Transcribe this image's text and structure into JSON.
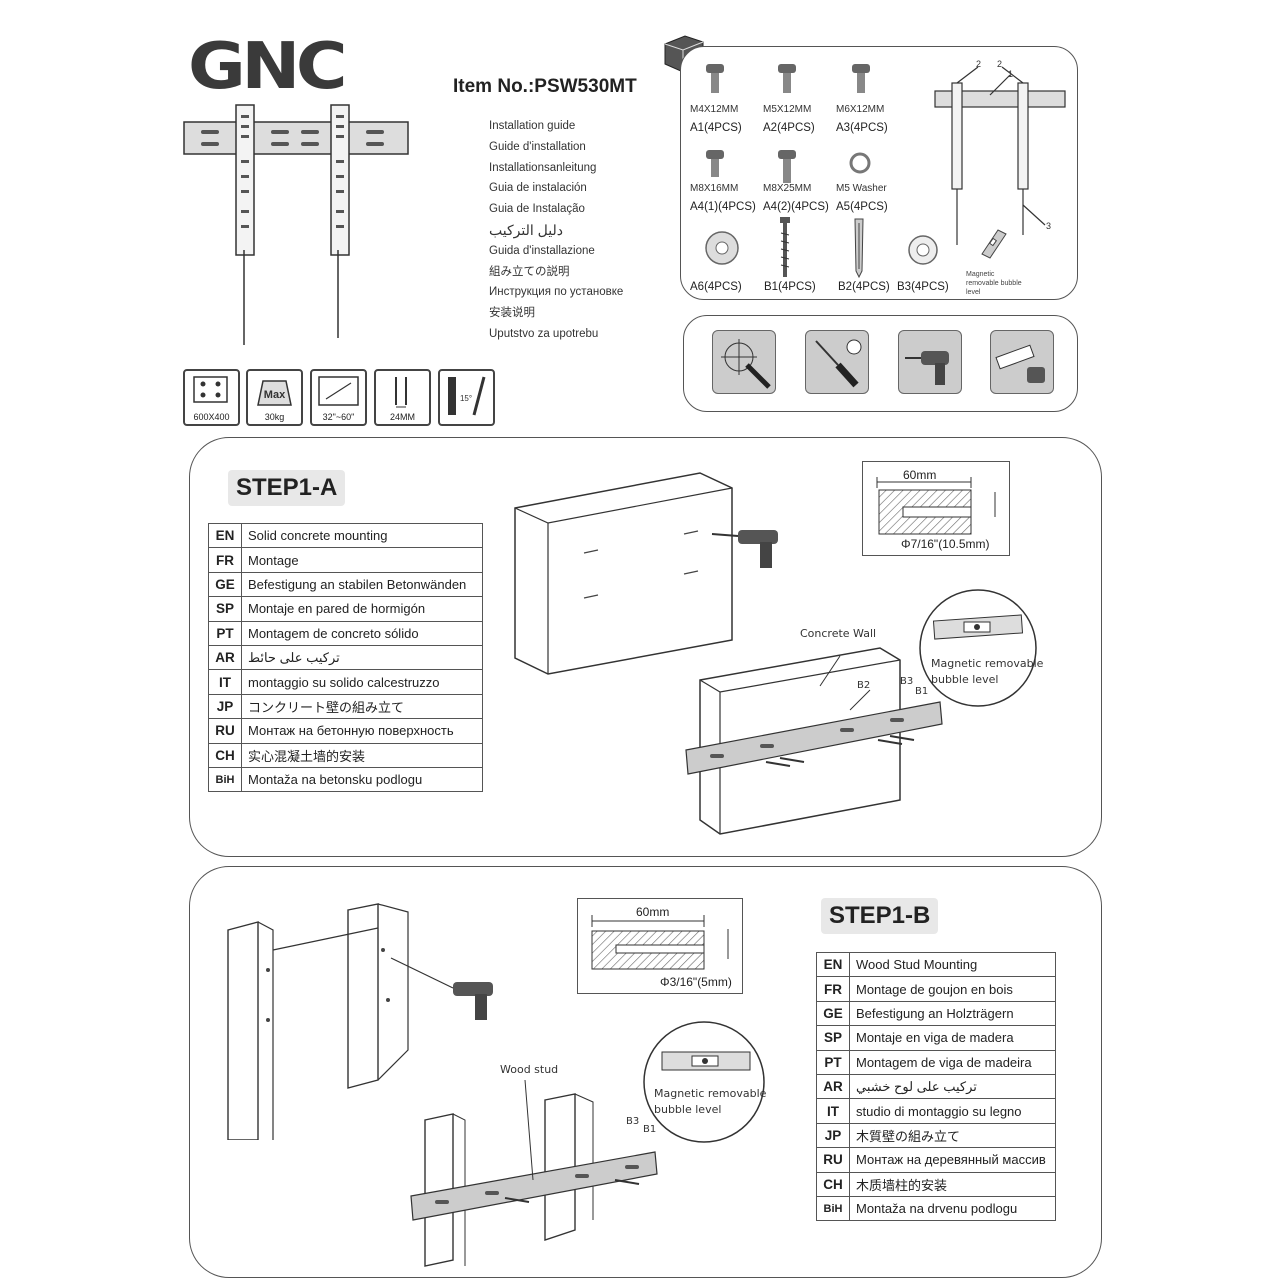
{
  "brand": {
    "logo": "GNC"
  },
  "header": {
    "item_no": "Item No.:PSW530MT"
  },
  "guide_titles": [
    "Installation guide",
    "Guide d'installation",
    "Installationsanleitung",
    "Guia de instalación",
    "Guia de Instalação",
    "دليل التركيب",
    "Guida d'installazione",
    "組み立ての説明",
    "Инструкция по установке",
    "安装说明",
    "Uputstvo za upotrebu"
  ],
  "specs": [
    {
      "icon": "vesa-pattern-icon",
      "label": "600X400"
    },
    {
      "icon": "max-weight-icon",
      "label": "30kg",
      "inner": "Max"
    },
    {
      "icon": "screen-size-icon",
      "label": "32\"~60\""
    },
    {
      "icon": "wall-distance-icon",
      "label": "24MM"
    },
    {
      "icon": "tilt-angle-icon",
      "label": "",
      "inner": "15°"
    }
  ],
  "parts": [
    {
      "size": "M4X12MM",
      "code": "A1(4PCS)",
      "icon": "screw-icon"
    },
    {
      "size": "M5X12MM",
      "code": "A2(4PCS)",
      "icon": "screw-icon"
    },
    {
      "size": "M6X12MM",
      "code": "A3(4PCS)",
      "icon": "screw-icon"
    },
    {
      "size": "M8X16MM",
      "code": "A4(1)(4PCS)",
      "icon": "screw-icon"
    },
    {
      "size": "M8X25MM",
      "code": "A4(2)(4PCS)",
      "icon": "screw-icon"
    },
    {
      "size": "M5 Washer",
      "code": "A5(4PCS)",
      "icon": "washer-icon"
    },
    {
      "size": "",
      "code": "A6(4PCS)",
      "icon": "spacer-icon"
    },
    {
      "size": "",
      "code": "B1(4PCS)",
      "icon": "lag-bolt-icon"
    },
    {
      "size": "",
      "code": "B2(4PCS)",
      "icon": "wall-anchor-icon"
    },
    {
      "size": "",
      "code": "B3(4PCS)",
      "icon": "washer-icon"
    }
  ],
  "bubble_level_part": "Magnetic removable bubble level",
  "bracket_callouts": [
    "2",
    "2",
    "1",
    "3"
  ],
  "tools": [
    "stud-finder-icon",
    "screwdriver-icon",
    "drill-icon",
    "level-tape-icon"
  ],
  "step1a": {
    "title": "STEP1-A",
    "languages": [
      {
        "code": "EN",
        "text": "Solid concrete mounting"
      },
      {
        "code": "FR",
        "text": "Montage"
      },
      {
        "code": "GE",
        "text": "Befestigung an stabilen Betonwänden"
      },
      {
        "code": "SP",
        "text": "Montaje en pared de hormigón"
      },
      {
        "code": "PT",
        "text": "Montagem de concreto sólido"
      },
      {
        "code": "AR",
        "text": "تركيب على حائط"
      },
      {
        "code": "IT",
        "text": "montaggio su solido calcestruzzo"
      },
      {
        "code": "JP",
        "text": "コンクリート壁の組み立て"
      },
      {
        "code": "RU",
        "text": "Монтаж на бетонную поверхность"
      },
      {
        "code": "CH",
        "text": "实心混凝土墙的安装"
      },
      {
        "code": "BiH",
        "text": "Montaža na betonsku podlogu"
      }
    ],
    "dim_width": "60mm",
    "dim_diameter": "Φ7/16\"(10.5mm)",
    "wall_label": "Concrete Wall",
    "level_label": "Magnetic removable bubble level",
    "callouts": [
      "B2",
      "B3",
      "B1"
    ]
  },
  "step1b": {
    "title": "STEP1-B",
    "languages": [
      {
        "code": "EN",
        "text": "Wood Stud Mounting"
      },
      {
        "code": "FR",
        "text": "Montage de goujon en bois"
      },
      {
        "code": "GE",
        "text": "Befestigung an Holzträgern"
      },
      {
        "code": "SP",
        "text": "Montaje en viga de madera"
      },
      {
        "code": "PT",
        "text": "Montagem de viga de madeira"
      },
      {
        "code": "AR",
        "text": "تركيب على لوح خشبي"
      },
      {
        "code": "IT",
        "text": "studio di montaggio su legno"
      },
      {
        "code": "JP",
        "text": "木質壁の組み立て"
      },
      {
        "code": "RU",
        "text": "Монтаж на деревянный массив"
      },
      {
        "code": "CH",
        "text": "木质墙柱的安装"
      },
      {
        "code": "BiH",
        "text": "Montaža na drvenu podlogu"
      }
    ],
    "dim_width": "60mm",
    "dim_diameter": "Φ3/16\"(5mm)",
    "stud_label": "Wood stud",
    "level_label": "Magnetic removable bubble level",
    "callouts": [
      "B3",
      "B1"
    ]
  }
}
